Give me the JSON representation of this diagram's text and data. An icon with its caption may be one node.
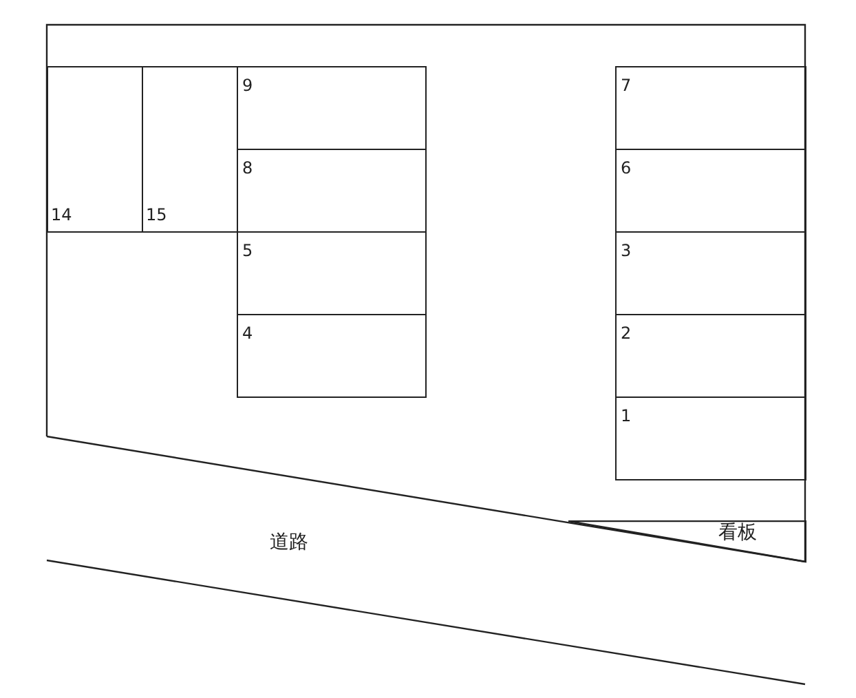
{
  "diagram": {
    "nodes": [
      {
        "text": [
          "9"
        ]
      },
      {
        "text": [
          "7"
        ]
      },
      {
        "text": [
          "14"
        ]
      },
      {
        "text": [
          "15"
        ]
      },
      {
        "text": [
          "8"
        ]
      },
      {
        "text": [
          "6"
        ]
      },
      {
        "text": [
          "5"
        ]
      },
      {
        "text": [
          "3"
        ]
      },
      {
        "text": [
          "4"
        ]
      },
      {
        "text": [
          "2"
        ]
      },
      {
        "text": [
          "1"
        ]
      },
      {
        "text": [
          "看板"
        ]
      }
    ],
    "labels": [
      "道路"
    ]
  }
}
